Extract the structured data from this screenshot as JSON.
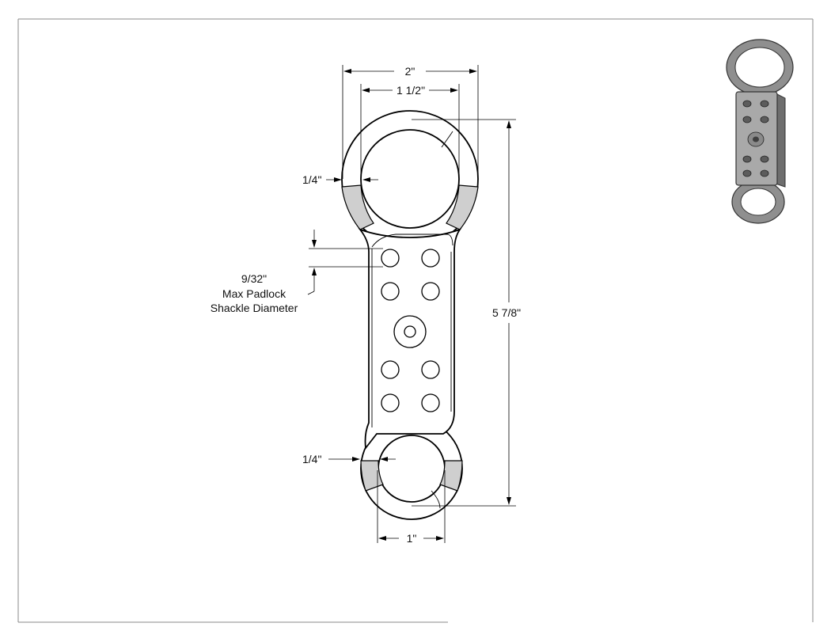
{
  "dimensions": {
    "overall_width": "2\"",
    "inner_width": "1 1/2\"",
    "top_ring_thickness": "1/4\"",
    "bottom_ring_thickness": "1/4\"",
    "overall_length": "5 7/8\"",
    "bottom_inner_width": "1\""
  },
  "padlock_note": {
    "line1": "9/32\"",
    "line2": "Max Padlock",
    "line3": "Shackle Diameter"
  },
  "colors": {
    "line": "#000000",
    "band": "#cfcfcf",
    "frame": "#888888",
    "iso_fill": "#9a9a9a"
  },
  "icons": {
    "isometric_view": "hasp-isometric-icon"
  }
}
